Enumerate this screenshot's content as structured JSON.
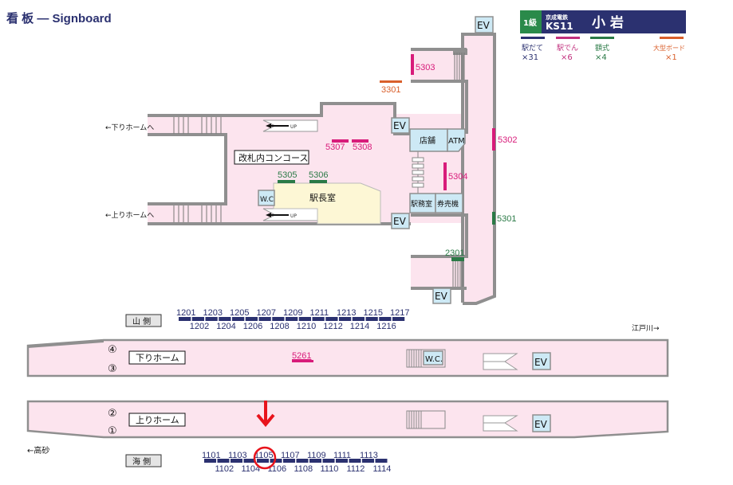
{
  "header": {
    "title": "看 板 — Signboard"
  },
  "station_badge": {
    "grade": "1級",
    "company": "京成電鉄",
    "code": "KS11",
    "name": "小 岩",
    "grade_color": "#2a8a4a",
    "bar_color": "#2b3170"
  },
  "legend": [
    {
      "name": "駅だて",
      "count": "×31",
      "color": "#2b3170"
    },
    {
      "name": "駅でん",
      "count": "×6",
      "color": "#c2307e"
    },
    {
      "name": "額式",
      "count": "×4",
      "color": "#2a7a46"
    },
    {
      "name": "大型ボード",
      "count": "×1",
      "color": "#d95f2b"
    }
  ],
  "concourse": {
    "label": "改札内コンコース",
    "to_down_platform": "←下りホームへ",
    "to_up_platform": "←上りホームへ",
    "up_label": "UP",
    "rooms": {
      "shop": "店舗",
      "atm": "ATM",
      "station_office": "駅務室",
      "ticket_machine": "券売機",
      "stationmaster": "駅長室",
      "wc": "W.C",
      "ev": "EV"
    },
    "boards": {
      "b5303": "5303",
      "b3301": "3301",
      "b5307": "5307",
      "b5308": "5308",
      "b5305": "5305",
      "b5306": "5306",
      "b5302": "5302",
      "b5304": "5304",
      "b5301": "5301",
      "b2301": "2301"
    }
  },
  "platforms": {
    "mountain_side": "山 側",
    "sea_side": "海 側",
    "down_platform": "下りホーム",
    "up_platform": "上りホーム",
    "track4": "④",
    "track3": "③",
    "track2": "②",
    "track1": "①",
    "to_edogawa": "江戸川→",
    "to_takasago": "←高砂",
    "wc": "W.C.",
    "ev": "EV",
    "board_5261": "5261",
    "mountain_top": [
      "1201",
      "1203",
      "1205",
      "1207",
      "1209",
      "1211",
      "1213",
      "1215",
      "1217"
    ],
    "mountain_bottom": [
      "1202",
      "1204",
      "1206",
      "1208",
      "1210",
      "1212",
      "1214",
      "1216"
    ],
    "sea_top": [
      "1101",
      "1103",
      "1105",
      "1107",
      "1109",
      "1111",
      "1113"
    ],
    "sea_bottom": [
      "1102",
      "1104",
      "1106",
      "1108",
      "1110",
      "1112",
      "1114"
    ],
    "highlighted": "1105"
  }
}
